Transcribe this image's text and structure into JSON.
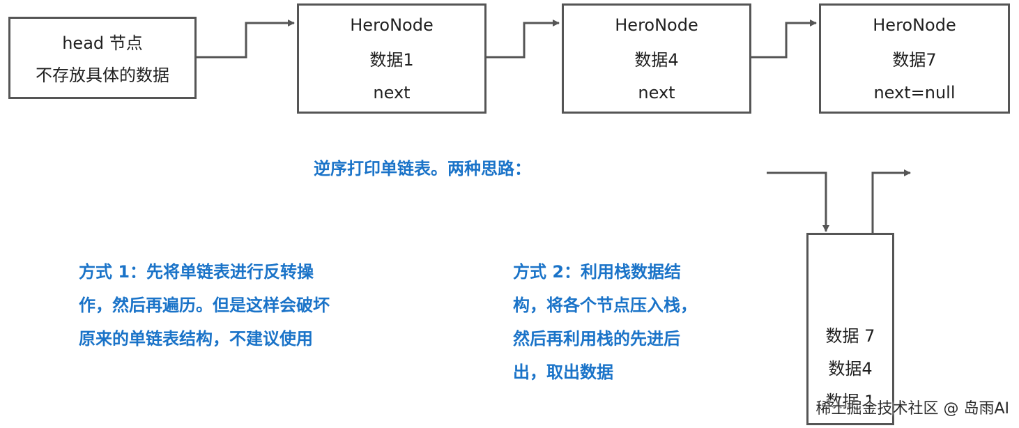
{
  "head_node": {
    "line1": "head 节点",
    "line2": "不存放具体的数据"
  },
  "nodes": [
    {
      "title": "HeroNode",
      "data": "数据1",
      "next": "next"
    },
    {
      "title": "HeroNode",
      "data": "数据4",
      "next": "next"
    },
    {
      "title": "HeroNode",
      "data": "数据7",
      "next": "next=null"
    }
  ],
  "heading": "逆序打印单链表。两种思路：",
  "method1": {
    "lines": [
      "方式 1：先将单链表进行反转操",
      "作，然后再遍历。但是这样会破坏",
      "原来的单链表结构，不建议使用"
    ]
  },
  "method2": {
    "lines": [
      "方式 2：利用栈数据结",
      "构，将各个节点压入栈，",
      "然后再利用栈的先进后",
      "出，取出数据"
    ]
  },
  "stack": {
    "items": [
      "数据 7",
      "数据4",
      "数据 1"
    ]
  },
  "watermark": "稀土掘金技术社区 @ 岛雨AI",
  "colors": {
    "border": "#555555",
    "text_blue": "#1a73c8",
    "arrow": "#555555"
  }
}
